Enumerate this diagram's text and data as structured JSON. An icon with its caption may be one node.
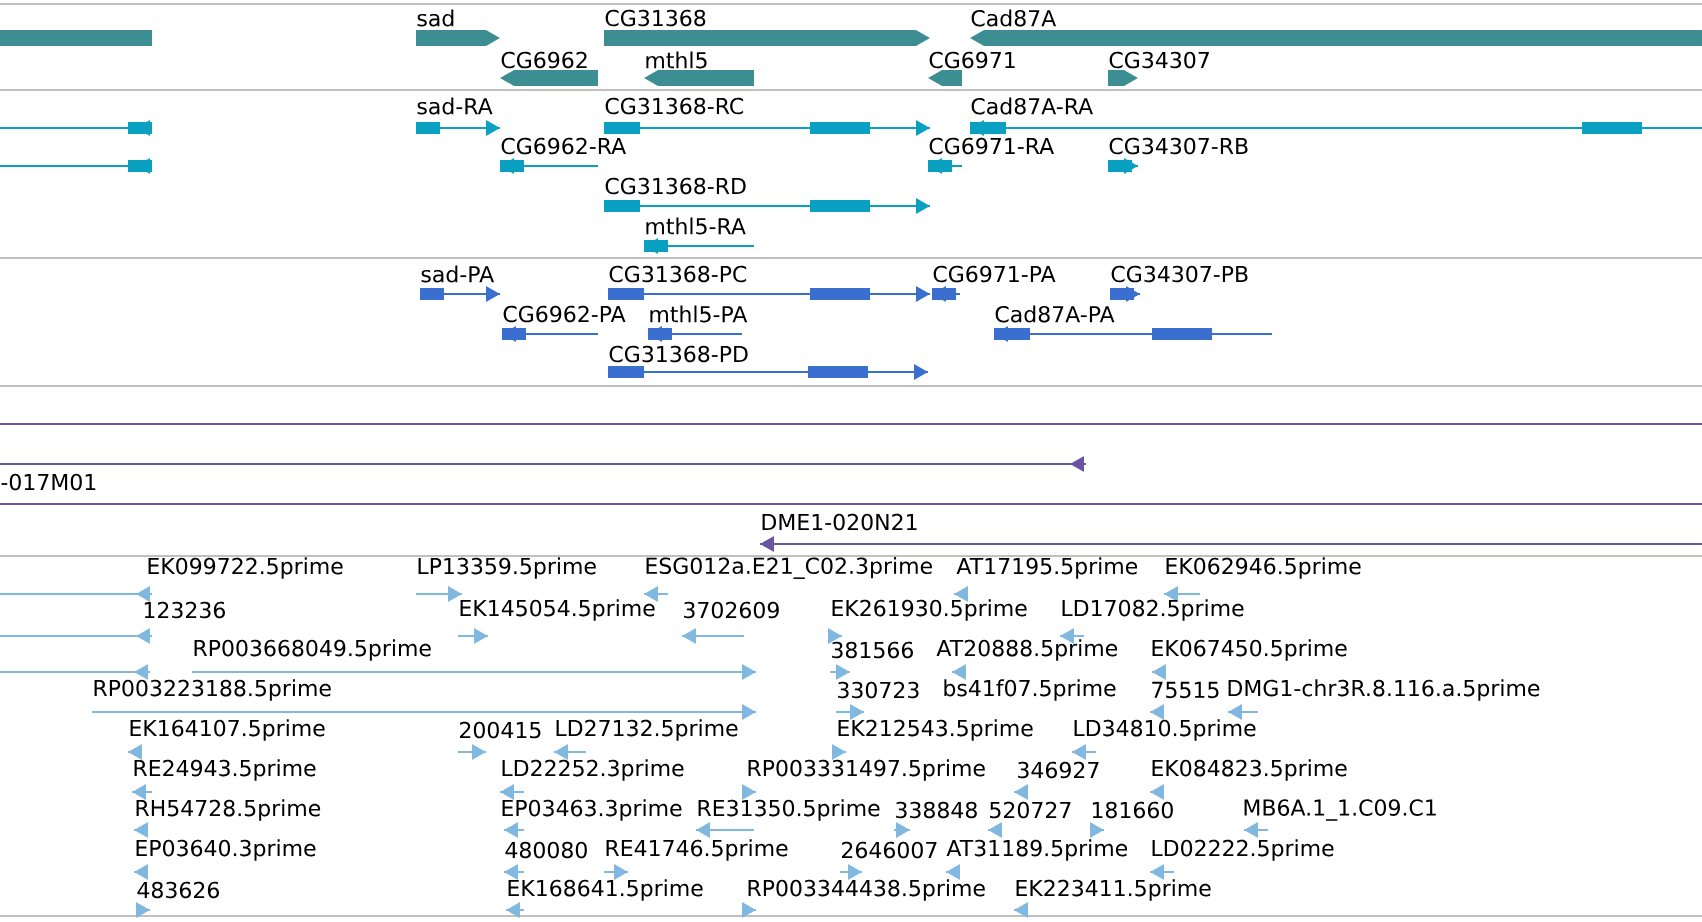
{
  "diagram": {
    "labels": [
      "sad",
      "CG31368",
      "Cad87A",
      "CG6962",
      "mthl5",
      "CG6971",
      "CG34307",
      "sad-RA",
      "CG31368-RC",
      "Cad87A-RA",
      "CG6962-RA",
      "CG6971-RA",
      "CG34307-RB",
      "CG31368-RD",
      "mthl5-RA",
      "sad-PA",
      "CG31368-PC",
      "CG6971-PA",
      "CG34307-PB",
      "CG6962-PA",
      "mthl5-PA",
      "Cad87A-PA",
      "CG31368-PD",
      "-017M01",
      "DME1-020N21",
      "EK099722.5prime",
      "LP13359.5prime",
      "ESG012a.E21_C02.3prime",
      "AT17195.5prime",
      "EK062946.5prime",
      "123236",
      "EK145054.5prime",
      "3702609",
      "EK261930.5prime",
      "LD17082.5prime",
      "RP003668049.5prime",
      "381566",
      "AT20888.5prime",
      "EK067450.5prime",
      "RP003223188.5prime",
      "330723",
      "bs41f07.5prime",
      "75515",
      "DMG1-chr3R.8.116.a.5prime",
      "EK164107.5prime",
      "200415",
      "LD27132.5prime",
      "EK212543.5prime",
      "LD34810.5prime",
      "RE24943.5prime",
      "LD22252.3prime",
      "RP003331497.5prime",
      "346927",
      "EK084823.5prime",
      "RH54728.5prime",
      "EP03463.3prime",
      "RE31350.5prime",
      "338848",
      "520727",
      "181660",
      "MB6A.1_1.C09.C1",
      "EP03640.3prime",
      "480080",
      "RE41746.5prime",
      "2646007",
      "AT31189.5prime",
      "LD02222.5prime",
      "483626",
      "EK168641.5prime",
      "RP003344438.5prime",
      "EK223411.5prime"
    ]
  }
}
